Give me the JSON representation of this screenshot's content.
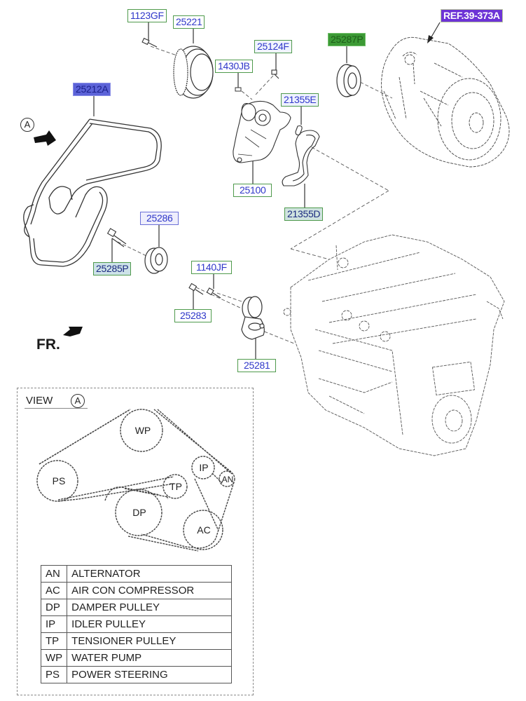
{
  "callouts": {
    "p1123GF": "1123GF",
    "p25221": "25221",
    "p25124F": "25124F",
    "p1430JB": "1430JB",
    "p25287P": "25287P",
    "ref": "REF.39-373A",
    "p25212A": "25212A",
    "p21355E": "21355E",
    "p25100": "25100",
    "p21355D": "21355D",
    "p25286": "25286",
    "p25285P": "25285P",
    "p1140JF": "1140JF",
    "p25283": "25283",
    "p25281": "25281"
  },
  "markers": {
    "view_marker": "A",
    "front": "FR."
  },
  "view": {
    "title": "VIEW",
    "marker": "A",
    "pulleys": [
      {
        "code": "WP"
      },
      {
        "code": "PS"
      },
      {
        "code": "IP"
      },
      {
        "code": "AN"
      },
      {
        "code": "TP"
      },
      {
        "code": "DP"
      },
      {
        "code": "AC"
      }
    ]
  },
  "legend": [
    {
      "code": "AN",
      "name": "ALTERNATOR"
    },
    {
      "code": "AC",
      "name": "AIR CON COMPRESSOR"
    },
    {
      "code": "DP",
      "name": "DAMPER PULLEY"
    },
    {
      "code": "IP",
      "name": "IDLER PULLEY"
    },
    {
      "code": "TP",
      "name": "TENSIONER PULLEY"
    },
    {
      "code": "WP",
      "name": "WATER PUMP"
    },
    {
      "code": "PS",
      "name": "POWER STEERING"
    }
  ],
  "colors": {
    "label_text": "#2f37c9",
    "label_border": "#4f9a4c",
    "label_fill_blue": "#5c63d8",
    "label_fill_green": "#3c9a35",
    "ref_fill": "#6d33d6"
  }
}
